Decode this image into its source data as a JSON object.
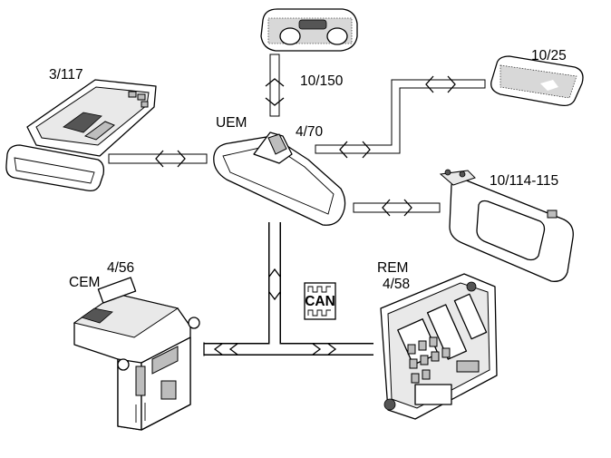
{
  "labels": {
    "rear_mirror_overhead": "3/117",
    "rear_overhead_light": "10/150",
    "uem_name": "UEM",
    "uem_number": "4/70",
    "reading_light": "10/25",
    "sun_visor": "10/114-115",
    "cem_name": "CEM",
    "cem_number": "4/56",
    "rem_name": "REM",
    "rem_number": "4/58",
    "can_symbol": "CAN"
  }
}
